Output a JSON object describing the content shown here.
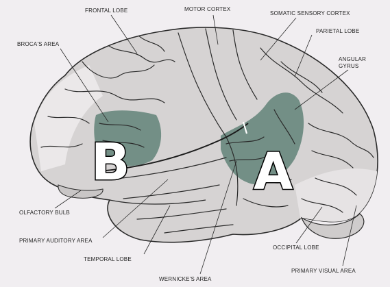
{
  "labels": {
    "frontal_lobe": "FRONTAL LOBE",
    "motor_cortex": "MOTOR CORTEX",
    "somatic_sensory_cortex": "SOMATIC SENSORY CORTEX",
    "parietal_lobe": "PARIETAL LOBE",
    "angular_gyrus_1": "ANGULAR",
    "angular_gyrus_2": "GYRUS",
    "brocas_area": "BROCA'S AREA",
    "olfactory_bulb": "OLFACTORY BULB",
    "primary_auditory_area": "PRIMARY AUDITORY AREA",
    "temporal_lobe": "TEMPORAL LOBE",
    "wernickes_area": "WERNICKE'S AREA",
    "occipital_lobe": "OCCIPITAL LOBE",
    "primary_visual_area": "PRIMARY VISUAL AREA"
  },
  "markers": {
    "b": "B",
    "a": "A"
  },
  "colors": {
    "background": "#f1eef1",
    "highlight": "#738f86",
    "brain": "#d6d3d3",
    "brain_light": "#ebe8e9",
    "line": "#2a2a2a"
  }
}
